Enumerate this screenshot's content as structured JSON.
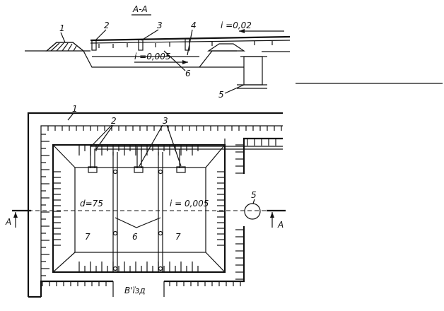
{
  "section": {
    "title": "A-A",
    "slope_top": "i =0,02",
    "slope_bottom": "i =0,005",
    "callouts": [
      "1",
      "2",
      "3",
      "4",
      "5",
      "6"
    ]
  },
  "plan": {
    "callouts": [
      "1",
      "2",
      "3",
      "5",
      "6",
      "7",
      "7"
    ],
    "depth_label": "d=75",
    "slope_label": "i = 0,005",
    "cut_marker": "A",
    "entrance_label": "В'їзд"
  }
}
